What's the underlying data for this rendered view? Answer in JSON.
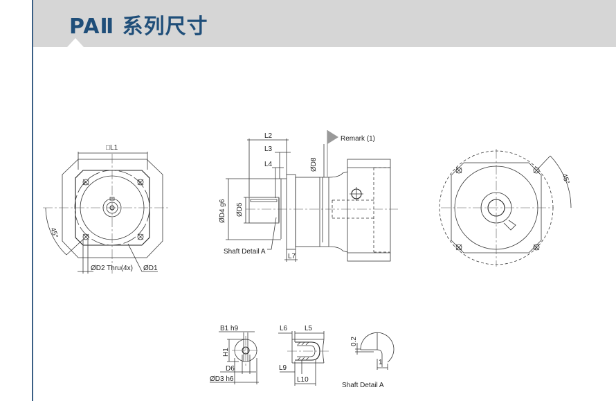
{
  "header": {
    "title": "PAⅡ 系列尺寸",
    "accent_color": "#1f4e79",
    "band_color": "#d6d6d6"
  },
  "front_view": {
    "l1": "□L1",
    "d2": "ØD2 Thru(4x)",
    "d1": "ØD1",
    "angle": "45°"
  },
  "side_view": {
    "l2": "L2",
    "l3": "L3",
    "l4": "L4",
    "d8": "ØD8",
    "remark": "Remark (1)",
    "d4": "ØD4 g6",
    "d5": "ØD5",
    "shaft_detail": "Shaft Detail  A",
    "l7": "L7"
  },
  "rear_view": {
    "angle": "45°"
  },
  "shaft_end": {
    "b1": "B1 h9",
    "h1": "H1",
    "d6": "D6",
    "d3": "ØD3 h6"
  },
  "shaft_section": {
    "l6": "L6",
    "l5": "L5",
    "l9": "L9",
    "l10": "L10"
  },
  "detail_a": {
    "chamfer": "0.2",
    "radius": "1",
    "caption": "Shaft  Detail  A"
  }
}
